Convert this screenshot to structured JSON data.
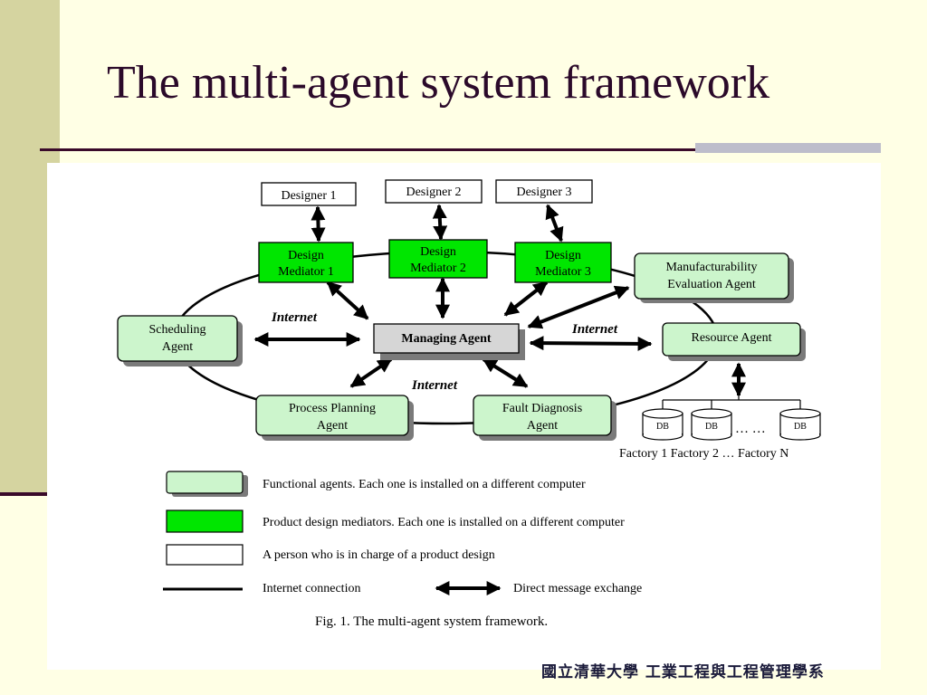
{
  "title": "The multi-agent system framework",
  "nodes": {
    "designer_1": "Designer 1",
    "designer_2": "Designer 2",
    "designer_3": "Designer 3",
    "mediator_1_line1": "Design",
    "mediator_1_line2": "Mediator 1",
    "mediator_2_line1": "Design",
    "mediator_2_line2": "Mediator 2",
    "mediator_3_line1": "Design",
    "mediator_3_line2": "Mediator 3",
    "manufacturability_line1": "Manufacturability",
    "manufacturability_line2": "Evaluation Agent",
    "scheduling_line1": "Scheduling",
    "scheduling_line2": "Agent",
    "managing": "Managing Agent",
    "resource": "Resource Agent",
    "process_line1": "Process Planning",
    "process_line2": "Agent",
    "fault_line1": "Fault Diagnosis",
    "fault_line2": "Agent"
  },
  "internet_labels": [
    "Internet",
    "Internet",
    "Internet"
  ],
  "databases": {
    "db_label": "DB",
    "ellipsis": "… …",
    "factories": "Factory 1  Factory 2 … Factory N"
  },
  "legend": {
    "functional": "Functional agents. Each one is installed on a different computer",
    "mediators": "Product design mediators. Each one is installed on a different computer",
    "person": "A person who is in charge of a product design",
    "internet": "Internet connection",
    "direct": "Direct message exchange"
  },
  "caption": "Fig. 1.  The multi-agent system framework.",
  "footer": "國立清華大學  工業工程與工程管理學系",
  "colors": {
    "functional_fill": "#CCF5CC",
    "mediator_fill": "#00E600",
    "managing_fill": "#D6D6D6",
    "title_color": "#2B0A2A",
    "background": "#FFFFE5"
  }
}
